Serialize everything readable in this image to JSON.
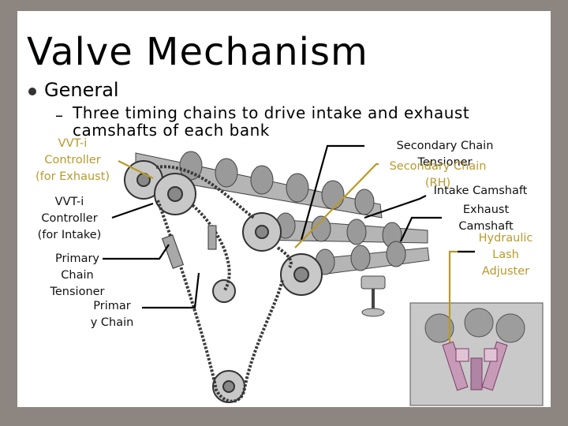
{
  "slide": {
    "title": "Valve Mechanism",
    "bullet": "General",
    "subbullet": "Three timing chains to drive intake and exhaust camshafts of each bank"
  },
  "labels": {
    "vvti_exhaust": [
      "VVT-i",
      "Controller",
      "(for Exhaust)"
    ],
    "vvti_intake": [
      "VVT-i",
      "Controller",
      "(for Intake)"
    ],
    "primary_tensioner": [
      "Primary",
      "Chain",
      "Tensioner"
    ],
    "primary_chain": [
      "Primar",
      "y Chain"
    ],
    "secondary_tensioner": [
      "Secondary Chain",
      "Tensioner"
    ],
    "secondary_chain_rh": [
      "Secondary Chain",
      "(RH)"
    ],
    "intake_camshaft": "Intake Camshaft",
    "exhaust_camshaft": [
      "Exhaust",
      "Camshaft"
    ],
    "lash_adjuster": [
      "Hydraulic",
      "Lash",
      "Adjuster"
    ]
  },
  "colors": {
    "background": "#8d8580",
    "slide": "#ffffff",
    "leader_black": "#000000",
    "leader_gold": "#b89a2a"
  }
}
